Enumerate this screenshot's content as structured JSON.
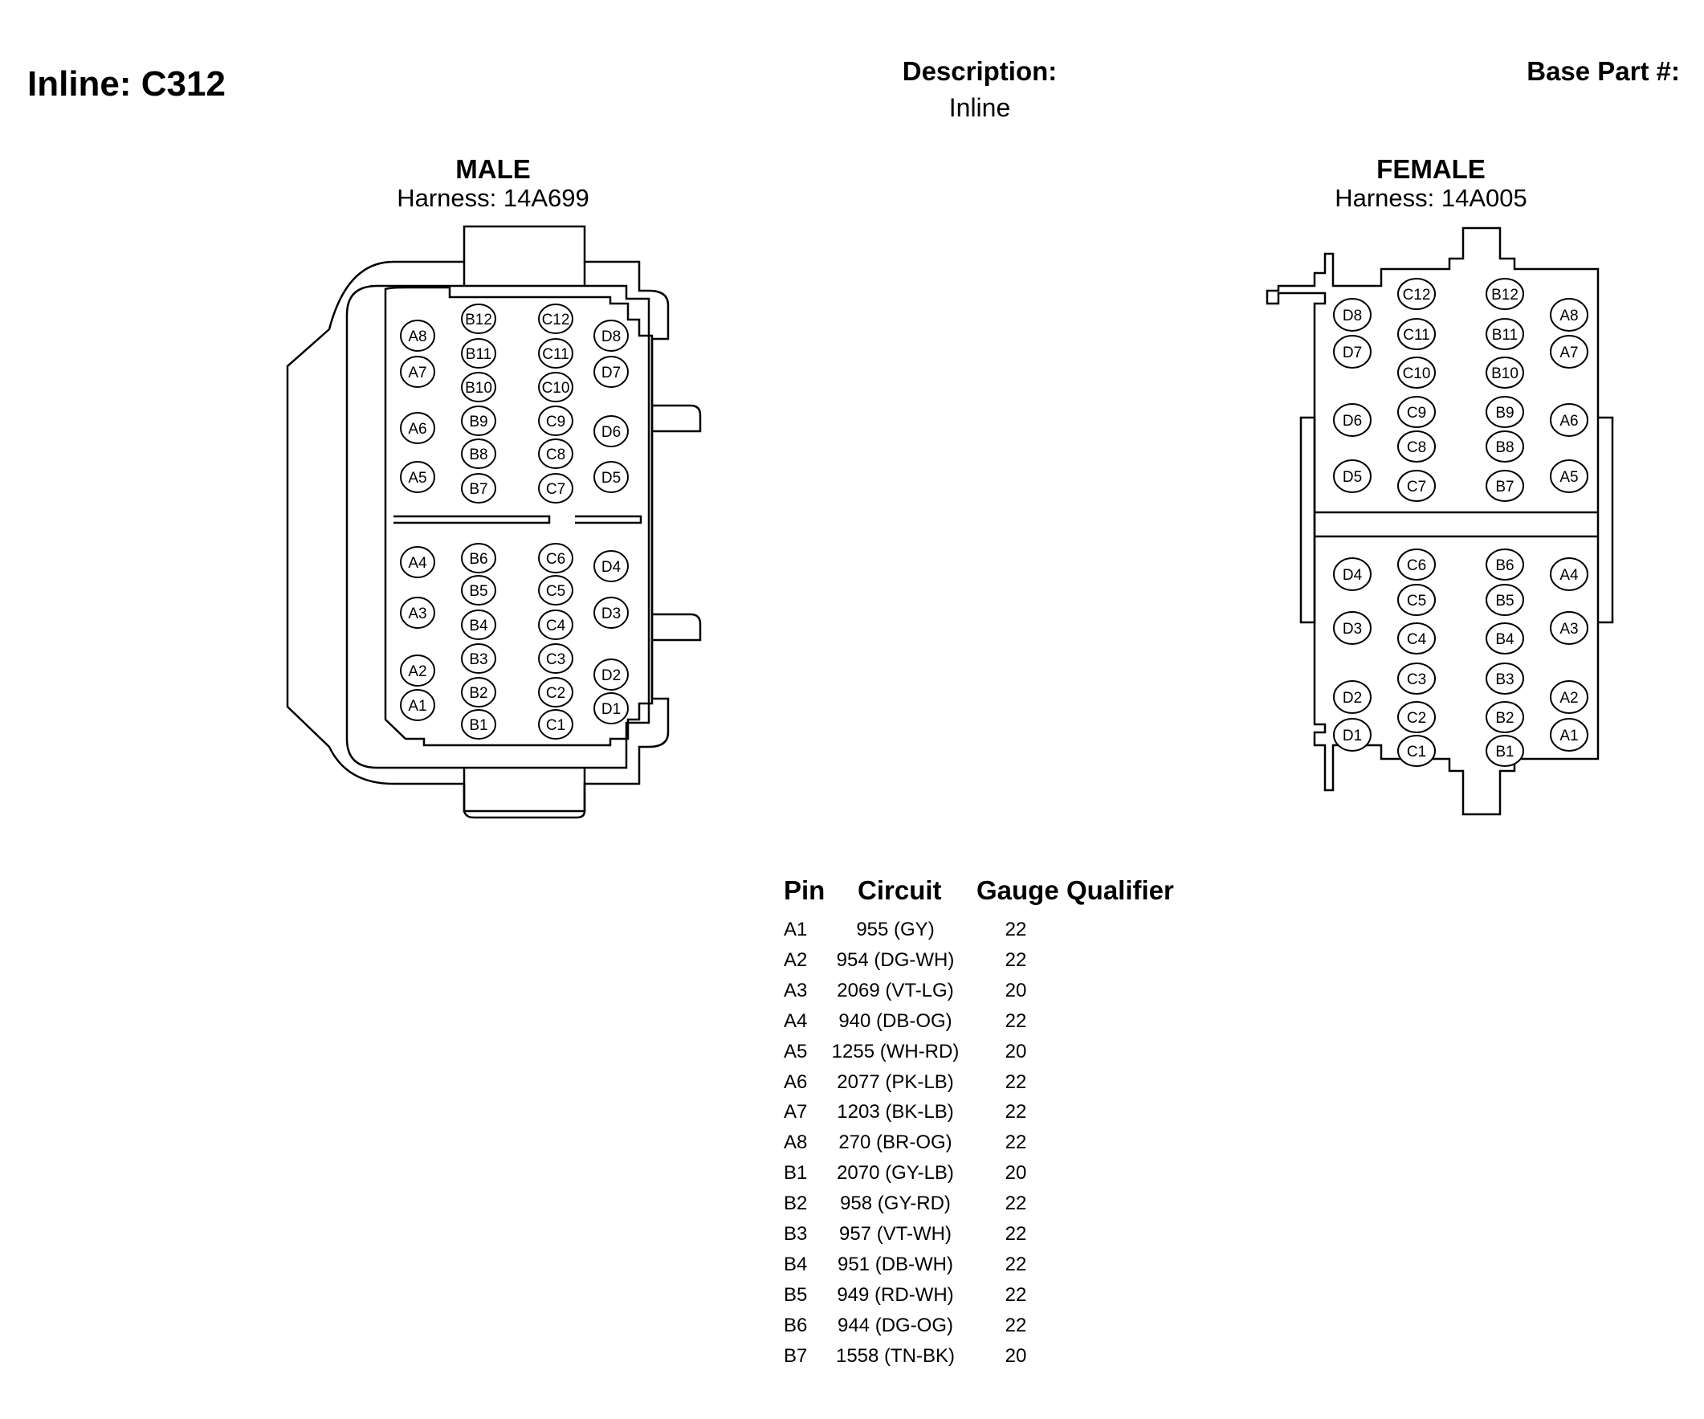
{
  "title": "Inline: C312",
  "description": {
    "heading": "Description:",
    "value": "Inline"
  },
  "base_part": {
    "heading": "Base Part #:",
    "value": ""
  },
  "male": {
    "title": "MALE",
    "harness": "Harness: 14A699",
    "pins_top": [
      "A8",
      "A7",
      "A6",
      "A5",
      "B12",
      "B11",
      "B10",
      "B9",
      "B8",
      "B7",
      "C12",
      "C11",
      "C10",
      "C9",
      "C8",
      "C7",
      "D8",
      "D7",
      "D6",
      "D5"
    ],
    "pins_bottom": [
      "A4",
      "A3",
      "A2",
      "A1",
      "B6",
      "B5",
      "B4",
      "B3",
      "B2",
      "B1",
      "C6",
      "C5",
      "C4",
      "C3",
      "C2",
      "C1",
      "D4",
      "D3",
      "D2",
      "D1"
    ]
  },
  "female": {
    "title": "FEMALE",
    "harness": "Harness: 14A005",
    "pins_top": [
      "D8",
      "D7",
      "D6",
      "D5",
      "C12",
      "C11",
      "C10",
      "C9",
      "C8",
      "C7",
      "B12",
      "B11",
      "B10",
      "B9",
      "B8",
      "B7",
      "A8",
      "A7",
      "A6",
      "A5"
    ],
    "pins_bottom": [
      "D4",
      "D3",
      "D2",
      "D1",
      "C6",
      "C5",
      "C4",
      "C3",
      "C2",
      "C1",
      "B6",
      "B5",
      "B4",
      "B3",
      "B2",
      "B1",
      "A4",
      "A3",
      "A2",
      "A1"
    ]
  },
  "table": {
    "headers": {
      "pin": "Pin",
      "circuit": "Circuit",
      "gauge": "Gauge",
      "qualifier": "Qualifier"
    },
    "rows": [
      {
        "pin": "A1",
        "circuit": "955 (GY)",
        "gauge": "22",
        "qualifier": ""
      },
      {
        "pin": "A2",
        "circuit": "954 (DG-WH)",
        "gauge": "22",
        "qualifier": ""
      },
      {
        "pin": "A3",
        "circuit": "2069 (VT-LG)",
        "gauge": "20",
        "qualifier": ""
      },
      {
        "pin": "A4",
        "circuit": "940 (DB-OG)",
        "gauge": "22",
        "qualifier": ""
      },
      {
        "pin": "A5",
        "circuit": "1255 (WH-RD)",
        "gauge": "20",
        "qualifier": ""
      },
      {
        "pin": "A6",
        "circuit": "2077 (PK-LB)",
        "gauge": "22",
        "qualifier": ""
      },
      {
        "pin": "A7",
        "circuit": "1203 (BK-LB)",
        "gauge": "22",
        "qualifier": ""
      },
      {
        "pin": "A8",
        "circuit": "270 (BR-OG)",
        "gauge": "22",
        "qualifier": ""
      },
      {
        "pin": "B1",
        "circuit": "2070 (GY-LB)",
        "gauge": "20",
        "qualifier": ""
      },
      {
        "pin": "B2",
        "circuit": "958 (GY-RD)",
        "gauge": "22",
        "qualifier": ""
      },
      {
        "pin": "B3",
        "circuit": "957 (VT-WH)",
        "gauge": "22",
        "qualifier": ""
      },
      {
        "pin": "B4",
        "circuit": "951 (DB-WH)",
        "gauge": "22",
        "qualifier": ""
      },
      {
        "pin": "B5",
        "circuit": "949 (RD-WH)",
        "gauge": "22",
        "qualifier": ""
      },
      {
        "pin": "B6",
        "circuit": "944 (DG-OG)",
        "gauge": "22",
        "qualifier": ""
      },
      {
        "pin": "B7",
        "circuit": "1558 (TN-BK)",
        "gauge": "20",
        "qualifier": ""
      }
    ]
  }
}
